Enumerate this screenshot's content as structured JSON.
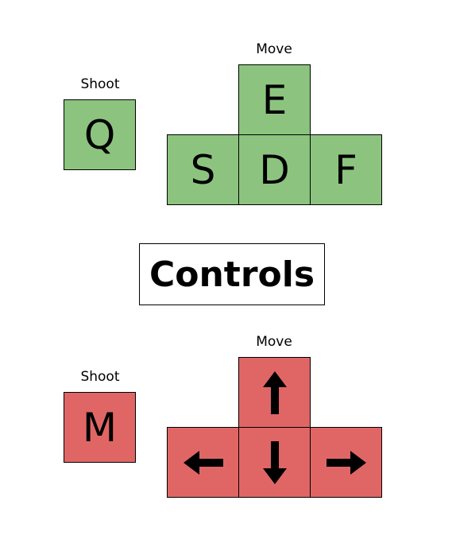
{
  "title": "Controls",
  "colors": {
    "player1": "#8cc47f",
    "player2": "#e06666"
  },
  "player1": {
    "shoot_label": "Shoot",
    "move_label": "Move",
    "shoot_key": "Q",
    "keys": {
      "up": "E",
      "left": "S",
      "down": "D",
      "right": "F"
    }
  },
  "player2": {
    "shoot_label": "Shoot",
    "move_label": "Move",
    "shoot_key": "M",
    "keys": {
      "up": "arrow-up-icon",
      "left": "arrow-left-icon",
      "down": "arrow-down-icon",
      "right": "arrow-right-icon"
    }
  }
}
